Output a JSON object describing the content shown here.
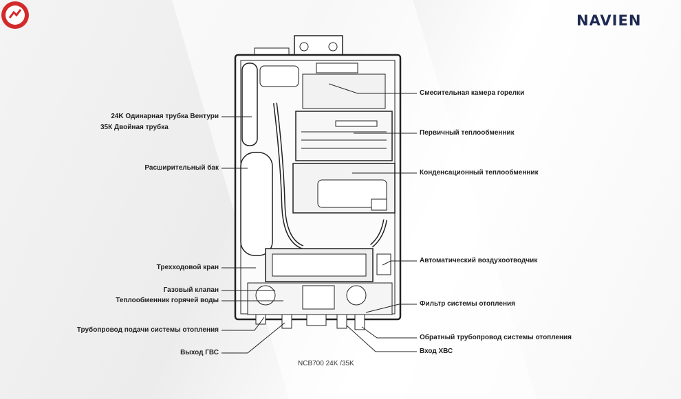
{
  "brand": {
    "logo_text": "NAVIEN"
  },
  "model": "NCB700 24K /35K",
  "colors": {
    "logo": "#1f2a52",
    "badge": "#d32b2b",
    "lines": "#222222"
  },
  "labels": {
    "left": [
      "24K Одинарная трубка Вентури",
      "35К Двойная трубка",
      "Расширительный бак",
      "Трехходовой кран",
      "Газовый клапан",
      "Теплообменник горячей воды",
      "Трубопровод подачи системы отопления",
      "Выход ГВС"
    ],
    "right": [
      "Смесительная камера горелки",
      "Первичный теплообменник",
      "Конденсационный теплообменник",
      "Автоматический  воздухоотводчик",
      "Фильтр системы отопления",
      "Обратный трубопровод системы отопления",
      "Вход ХВС"
    ]
  }
}
